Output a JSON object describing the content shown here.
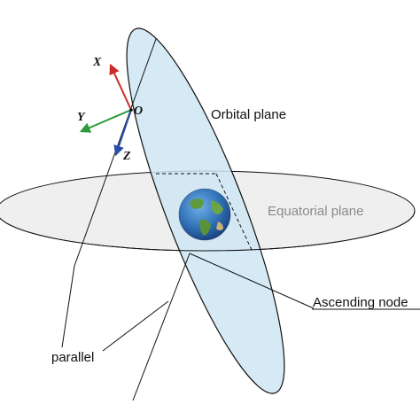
{
  "labels": {
    "orbital_plane": "Orbital plane",
    "equatorial_plane": "Equatorial plane",
    "ascending_node": "Ascending node",
    "parallel": "parallel",
    "axis_x": "X",
    "axis_y": "Y",
    "axis_z": "Z",
    "origin": "O"
  },
  "colors": {
    "orbital_fill": "#cfe6f4",
    "equatorial_fill": "#efefef",
    "outline": "#111111",
    "equatorial_text": "#8a8a8a",
    "axis_x": "#cc2a2a",
    "axis_y": "#2e9a3a",
    "axis_z": "#2a4ea8",
    "earth_ocean": "#2f6fb5",
    "earth_land": "#5f9a3c"
  }
}
